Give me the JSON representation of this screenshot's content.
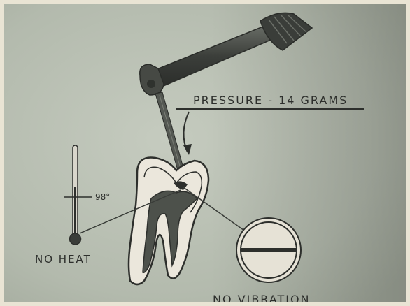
{
  "labels": {
    "pressure": "PRESSURE - 14 GRAMS",
    "temperature": "98°",
    "no_heat": "NO HEAT",
    "no_vibration": "NO VIBRATION"
  },
  "colors": {
    "background": "#b6bdb0",
    "ink": "#2d2f2c",
    "paper": "#e9e4d4"
  },
  "icons": {
    "handpiece": "dental-handpiece-icon",
    "tooth": "tooth-cross-section-icon",
    "thermometer": "thermometer-icon",
    "vibration_gauge": "vibration-gauge-icon"
  }
}
